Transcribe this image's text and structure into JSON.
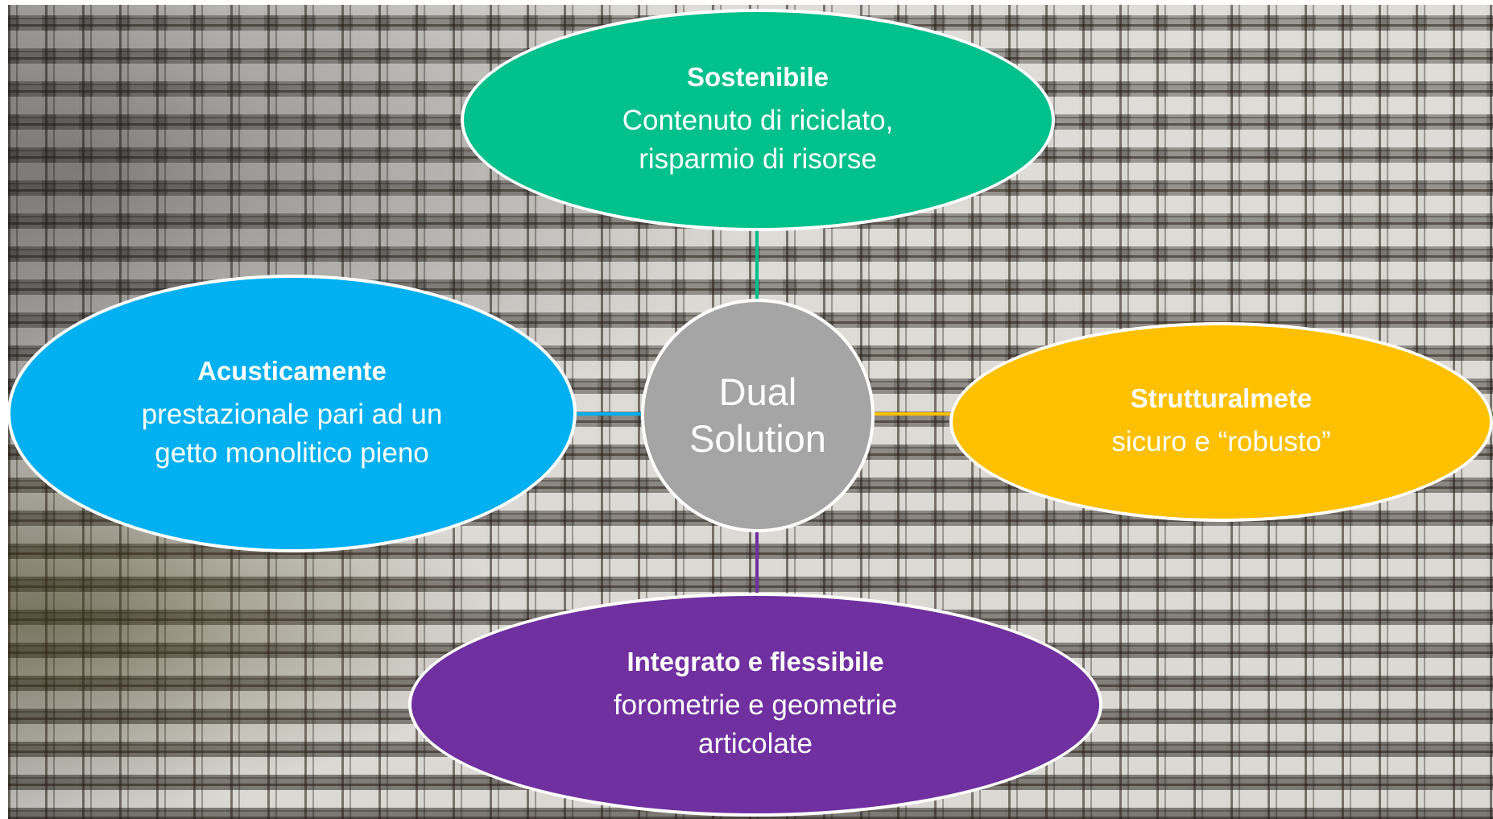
{
  "diagram": {
    "center": {
      "line1": "Dual",
      "line2": "Solution",
      "color": "#a5a5a5"
    },
    "nodes": {
      "top": {
        "title": "Sostenibile",
        "line1": "Contenuto di riciclato,",
        "line2": "risparmio di risorse",
        "color": "#00c08b"
      },
      "left": {
        "title": "Acusticamente",
        "line1": "prestazionale pari ad un",
        "line2": "getto monolitico pieno",
        "color": "#00b0f0"
      },
      "right": {
        "title": "Strutturalmete",
        "line1": "sicuro e “robusto”",
        "color": "#ffc000"
      },
      "bottom": {
        "title": "Integrato e flessibile",
        "line1": "forometrie e geometrie",
        "line2": "articolate",
        "color": "#7030a0"
      }
    },
    "background": "construction-site-slab-photo"
  }
}
